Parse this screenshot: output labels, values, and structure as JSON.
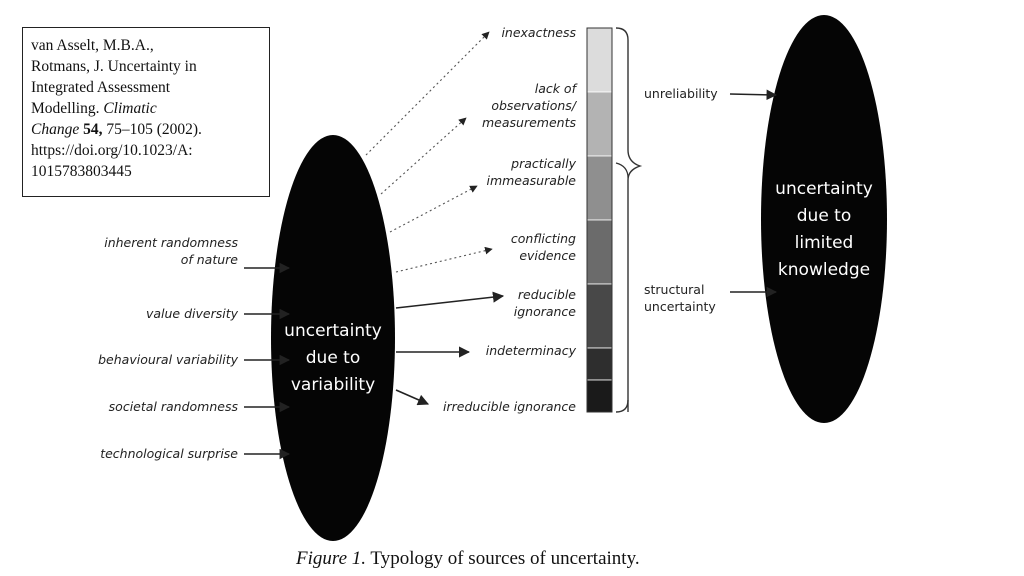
{
  "citation": {
    "line1": "van Asselt, M.B.A.,",
    "line2": "Rotmans, J. Uncertainty in",
    "line3": "Integrated Assessment",
    "line4_prefix": "Modelling. ",
    "journal_a": "Climatic",
    "journal_b": "Change",
    "volume": "54,",
    "pages_year": " 75–105 (2002).",
    "doi_a": "https://doi.org/10.1023/A:",
    "doi_b": "1015783803445"
  },
  "variability_sources": [
    {
      "line1": "inherent randomness",
      "line2": "of nature"
    },
    {
      "line1": "value diversity"
    },
    {
      "line1": "behavioural variability"
    },
    {
      "line1": "societal randomness"
    },
    {
      "line1": "technological surprise"
    }
  ],
  "variability_ellipse": {
    "line1": "uncertainty",
    "line2": "due to",
    "line3": "variability"
  },
  "knowledge_levels": [
    {
      "line1": "inexactness"
    },
    {
      "line1": "lack of",
      "line2": "observations/",
      "line3": "measurements"
    },
    {
      "line1": "practically",
      "line2": "immeasurable"
    },
    {
      "line1": "conflicting",
      "line2": "evidence"
    },
    {
      "line1": "reducible",
      "line2": "ignorance"
    },
    {
      "line1": "indeterminacy"
    },
    {
      "line1": "irreducible ignorance"
    }
  ],
  "bar_colors": [
    "#dcdcdc",
    "#b3b3b3",
    "#8f8f8f",
    "#6b6b6b",
    "#484848",
    "#2e2e2e",
    "#1a1a1a"
  ],
  "brackets": {
    "unreliability": "unreliability",
    "structural_line1": "structural",
    "structural_line2": "uncertainty"
  },
  "knowledge_ellipse": {
    "line1": "uncertainty",
    "line2": "due to",
    "line3": "limited",
    "line4": "knowledge"
  },
  "caption": {
    "figure": "Figure 1.",
    "text": " Typology of sources of uncertainty."
  }
}
